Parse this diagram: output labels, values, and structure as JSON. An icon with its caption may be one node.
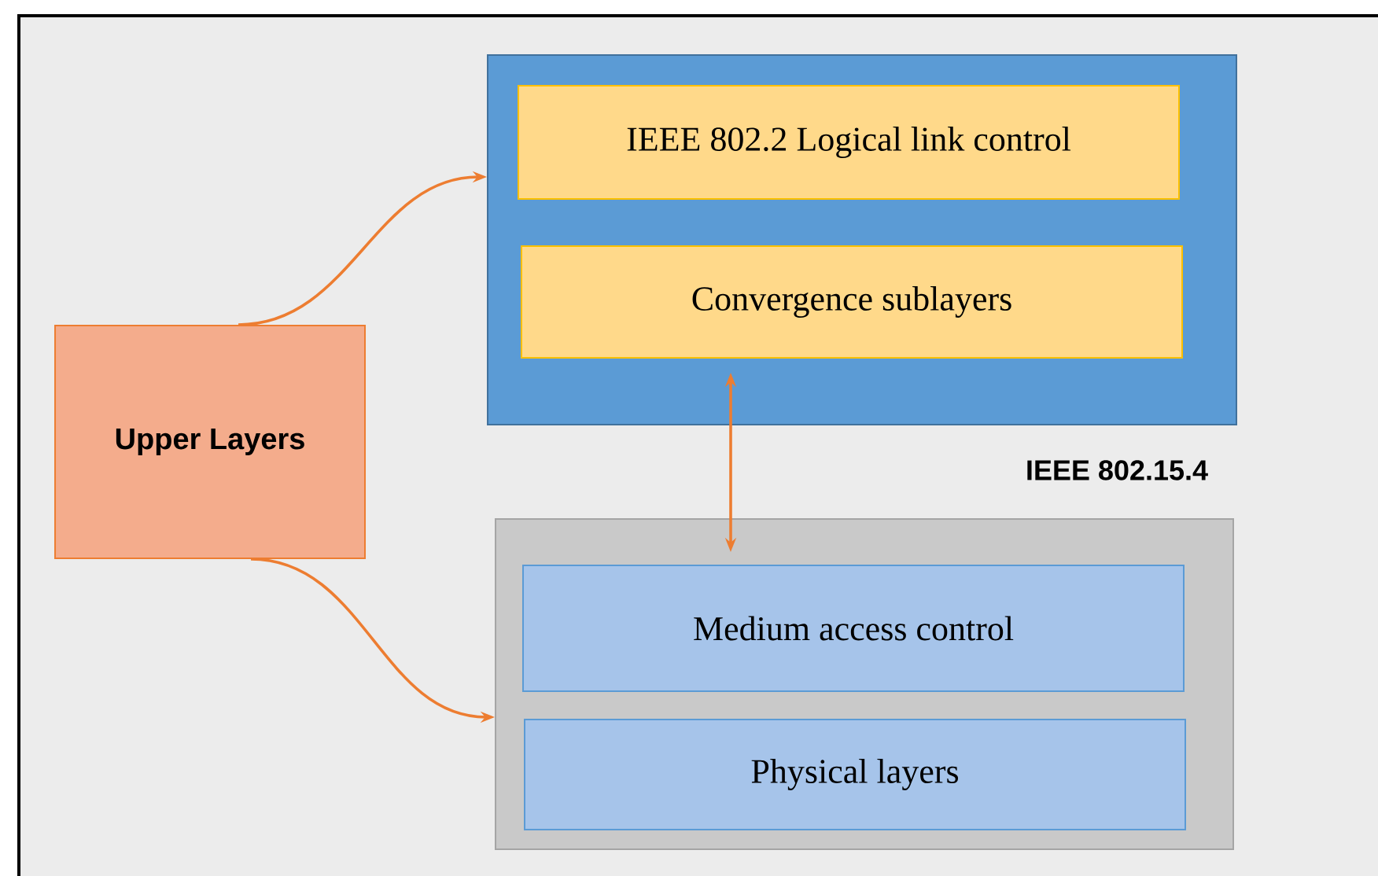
{
  "diagram": {
    "nodes": [
      {
        "text": [
          "Upper Layers"
        ]
      },
      {
        "text": [],
        "shape": "box"
      },
      {
        "text": [
          "IEEE 802.2 Logical link control"
        ],
        "in": 1
      },
      {
        "text": [
          "Convergence sublayers"
        ],
        "in": 1
      },
      {
        "text": [],
        "shape": "box"
      },
      {
        "text": [
          "Medium access control"
        ],
        "in": 4
      },
      {
        "text": [
          "Physical layers"
        ],
        "in": 4
      }
    ],
    "edges": [
      {
        "from": 0,
        "to": 1,
        "arrow": "to"
      },
      {
        "from": 0,
        "to": 4,
        "arrow": "to"
      },
      {
        "from": 3,
        "to": 5,
        "arrow": "both"
      }
    ],
    "labels": [
      "IEEE 802.15.4"
    ]
  }
}
